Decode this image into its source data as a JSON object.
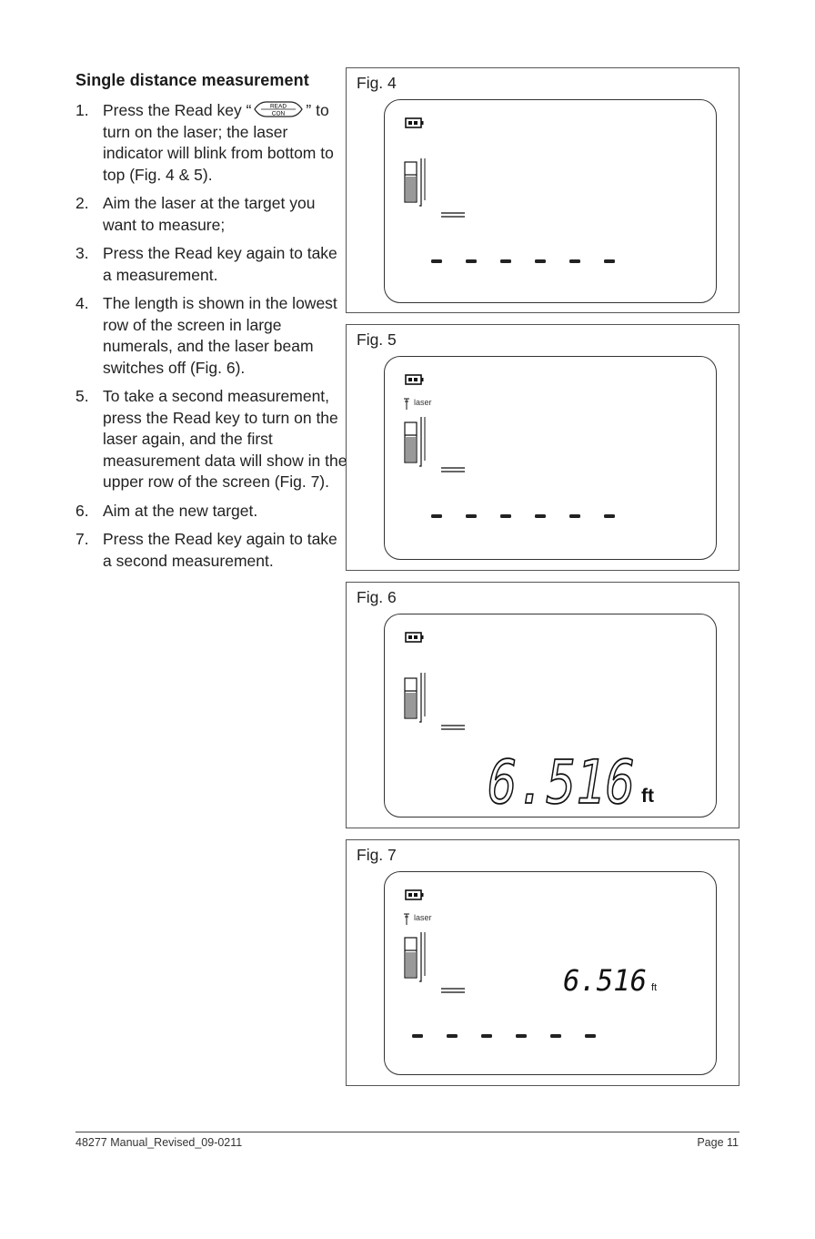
{
  "section": {
    "title": "Single distance measurement"
  },
  "read_key": {
    "top_label": "READ",
    "bottom_label": "CON"
  },
  "steps": [
    {
      "num": "1.",
      "before_key": "Press the Read key “",
      "after_key": "” to turn on the laser; the laser indicator will blink from bottom to top (Fig. 4 & 5)."
    },
    {
      "num": "2.",
      "text": "Aim the laser at the target you want to measure;"
    },
    {
      "num": "3.",
      "text": "Press the Read key again to take a measurement."
    },
    {
      "num": "4.",
      "text": "The length is shown in the lowest row of the screen in large numerals, and the laser beam switches off (Fig. 6)."
    },
    {
      "num": "5.",
      "text": "To take a second measurement, press the Read key to turn on the laser again, and the first measurement data will show in the upper row of the screen (Fig. 7)."
    },
    {
      "num": "6.",
      "text": "Aim at the new target."
    },
    {
      "num": "7.",
      "text": "Press the Read key again to take a second measurement."
    }
  ],
  "figures": [
    {
      "title": "Fig. 4",
      "laser_label": "",
      "upper_value": "",
      "upper_unit": "",
      "lower_value": "",
      "lower_unit": ""
    },
    {
      "title": "Fig. 5",
      "laser_label": "laser",
      "upper_value": "",
      "upper_unit": "",
      "lower_value": "",
      "lower_unit": ""
    },
    {
      "title": "Fig. 6",
      "laser_label": "",
      "upper_value": "",
      "upper_unit": "",
      "lower_value": "6.516",
      "lower_unit": "ft"
    },
    {
      "title": "Fig. 7",
      "laser_label": "laser",
      "upper_value": "6.516",
      "upper_unit": "ft",
      "lower_value": "",
      "lower_unit": ""
    }
  ],
  "footer": {
    "left": "48277 Manual_Revised_09-0211",
    "right": "Page 11"
  }
}
